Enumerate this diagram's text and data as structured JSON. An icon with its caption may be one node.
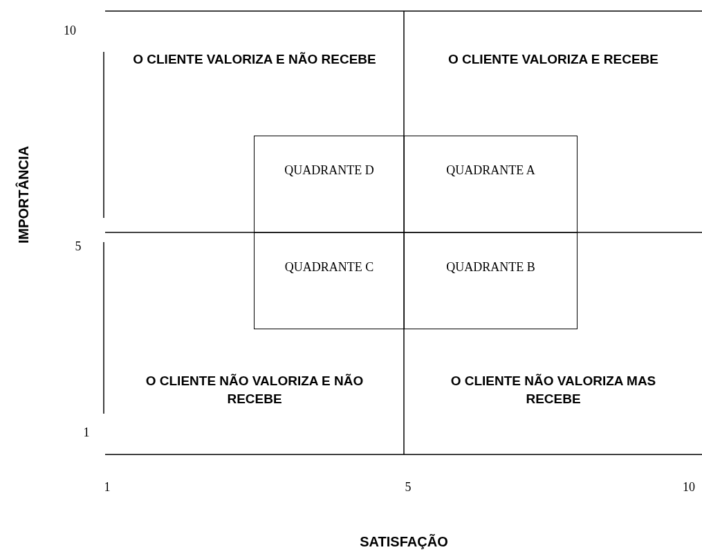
{
  "diagram": {
    "nodes": [
      {
        "text": [
          "QUADRANTE D"
        ]
      },
      {
        "text": [
          "QUADRANTE A"
        ]
      },
      {
        "text": [
          "QUADRANTE C"
        ]
      },
      {
        "text": [
          "QUADRANTE B"
        ]
      }
    ],
    "labels": [
      "10",
      "O CLIENTE VALORIZA E NÃO RECEBE",
      "O CLIENTE VALORIZA E RECEBE",
      "IMPORTÂNCIA",
      "5",
      "O CLIENTE NÃO VALORIZA E NÃO RECEBE",
      "O CLIENTE NÃO VALORIZA MAS RECEBE",
      "1",
      "1",
      "5",
      "10",
      "SATISFAÇÃO"
    ]
  }
}
